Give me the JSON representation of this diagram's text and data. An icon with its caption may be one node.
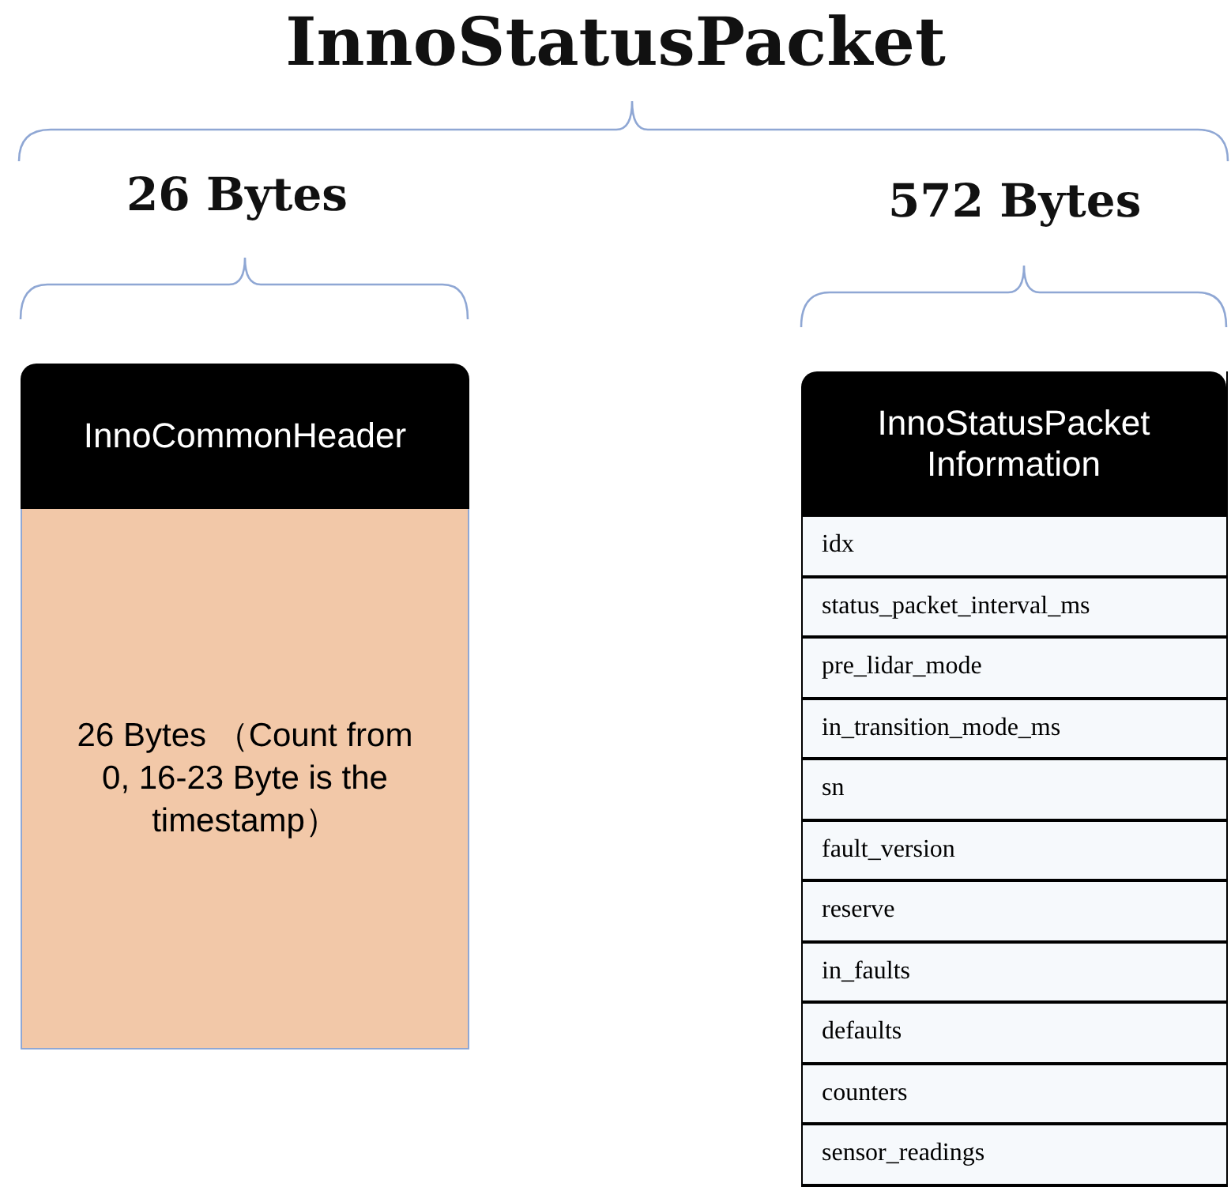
{
  "diagram": {
    "title": "InnoStatusPacket",
    "nodes": [
      {
        "text": [
          "InnoCommonHeader",
          "26 Bytes （Count from 0, 16-23 Byte is the timestamp）"
        ]
      },
      {
        "text": [
          "InnoStatusPacket Information"
        ]
      },
      {
        "text": [
          "idx"
        ],
        "in": 1
      },
      {
        "text": [
          "status_packet_interval_ms"
        ],
        "in": 1
      },
      {
        "text": [
          "pre_lidar_mode"
        ],
        "in": 1
      },
      {
        "text": [
          "in_transition_mode_ms"
        ],
        "in": 1
      },
      {
        "text": [
          "sn"
        ],
        "in": 1
      },
      {
        "text": [
          "fault_version"
        ],
        "in": 1
      },
      {
        "text": [
          "reserve"
        ],
        "in": 1
      },
      {
        "text": [
          "in_faults"
        ],
        "in": 1
      },
      {
        "text": [
          "defaults"
        ],
        "in": 1
      },
      {
        "text": [
          "counters"
        ],
        "in": 1
      },
      {
        "text": [
          "sensor_readings"
        ],
        "in": 1
      }
    ],
    "labels": [
      "26 Bytes",
      "572 Bytes"
    ]
  }
}
